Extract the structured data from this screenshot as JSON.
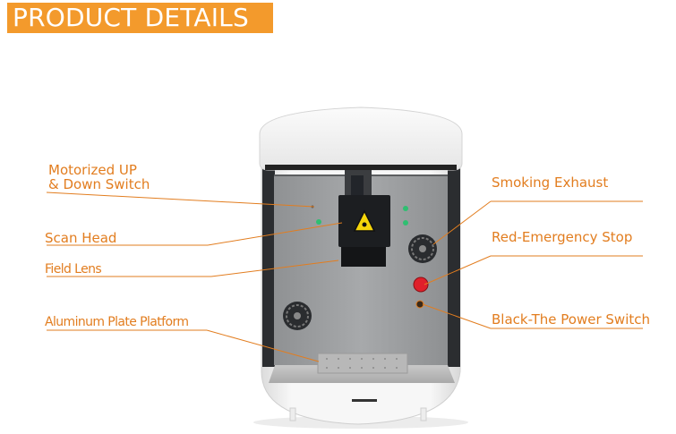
{
  "header": {
    "title": "PRODUCT DETAILS"
  },
  "callouts": {
    "motorized_line1": "Motorized UP",
    "motorized_line2": "& Down Switch",
    "scan_head": "Scan Head",
    "field_lens": "Field Lens",
    "platform": "Aluminum Plate Platform",
    "exhaust": "Smoking Exhaust",
    "emergency": "Red-Emergency Stop",
    "power": "Black-The Power Switch"
  },
  "colors": {
    "accent": "#f39a2c",
    "label_text": "#e27d1f",
    "emergency_button": "#e0202a"
  },
  "icons": [
    "laser-warning-icon",
    "fan-vent-icon"
  ]
}
